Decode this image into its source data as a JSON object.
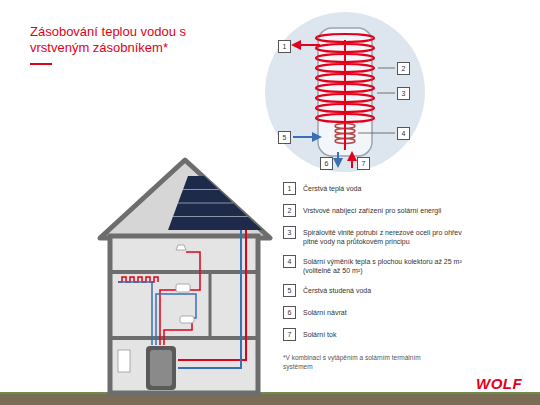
{
  "diagram": {
    "title": "Zásobování teplou vodou s vrstveným zásobníkem*",
    "labels": [
      "1",
      "2",
      "3",
      "4",
      "5",
      "6",
      "7",
      "1",
      "Čerstvá teplá voda",
      "2",
      "Vrstvové nabíjecí zařízení pro solární energii",
      "3",
      "Spirálovitě vlnité potrubí z nerezové oceli pro ohřev pitné vody na průtokovém principu",
      "4",
      "Solární výměník tepla s plochou kolektoru až 25 m² (volitelně až 50 m²)",
      "5",
      "Čerstvá studená voda",
      "6",
      "Solární návrat",
      "7",
      "Solární tok",
      "*V kombinaci s vytápěním a solárním termálním systémem",
      "WOLF"
    ]
  }
}
